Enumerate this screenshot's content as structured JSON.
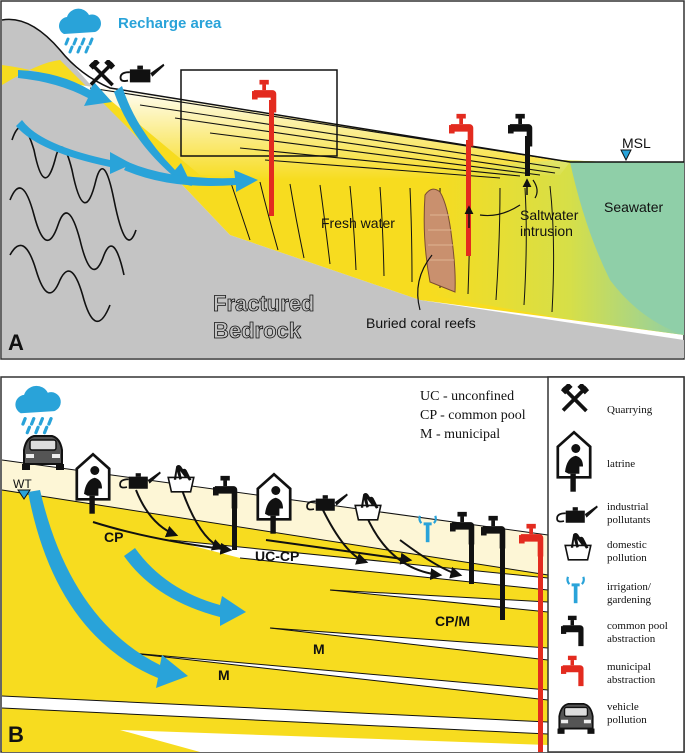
{
  "panel_a": {
    "letter": "A",
    "recharge_label": "Recharge area",
    "msl_label": "MSL",
    "seawater_label": "Seawater",
    "fresh_water_label": "Fresh water",
    "saltwater_label_1": "Saltwater",
    "saltwater_label_2": "intrusion",
    "coral_label": "Buried coral reefs",
    "bedrock_label_1": "Fractured",
    "bedrock_label_2": "Bedrock"
  },
  "panel_b": {
    "letter": "B",
    "wt_label": "WT",
    "aquifer_labels": {
      "cp_left": "CP",
      "uc_cp": "UC-CP",
      "cp_m": "CP/M",
      "m_mid": "M",
      "m_low": "M"
    },
    "abbreviations": [
      "UC - unconfined",
      "CP - common pool",
      "M - municipal"
    ]
  },
  "legend": [
    {
      "icon": "quarrying-icon",
      "label_lines": [
        "Quarrying"
      ]
    },
    {
      "icon": "latrine-icon",
      "label_lines": [
        "latrine"
      ]
    },
    {
      "icon": "industrial-pollutants-icon",
      "label_lines": [
        "industrial",
        "pollutants"
      ]
    },
    {
      "icon": "domestic-pollution-icon",
      "label_lines": [
        "domestic",
        "pollution"
      ]
    },
    {
      "icon": "irrigation-icon",
      "label_lines": [
        "irrigation/",
        "gardening"
      ]
    },
    {
      "icon": "common-pool-tap-icon",
      "label_lines": [
        "common pool",
        "abstraction"
      ]
    },
    {
      "icon": "municipal-tap-icon",
      "label_lines": [
        "municipal",
        "abstraction"
      ]
    },
    {
      "icon": "vehicle-icon",
      "label_lines": [
        "vehicle",
        "pollution"
      ]
    }
  ],
  "colors": {
    "aquifer_yellow": "#f7dc1f",
    "bedrock_gray": "#c4c4c4",
    "seawater_green": "#8fcfa8",
    "water_blue": "#29a3d9",
    "municipal_red": "#e32b1f",
    "coral_brown": "#c9906e"
  }
}
